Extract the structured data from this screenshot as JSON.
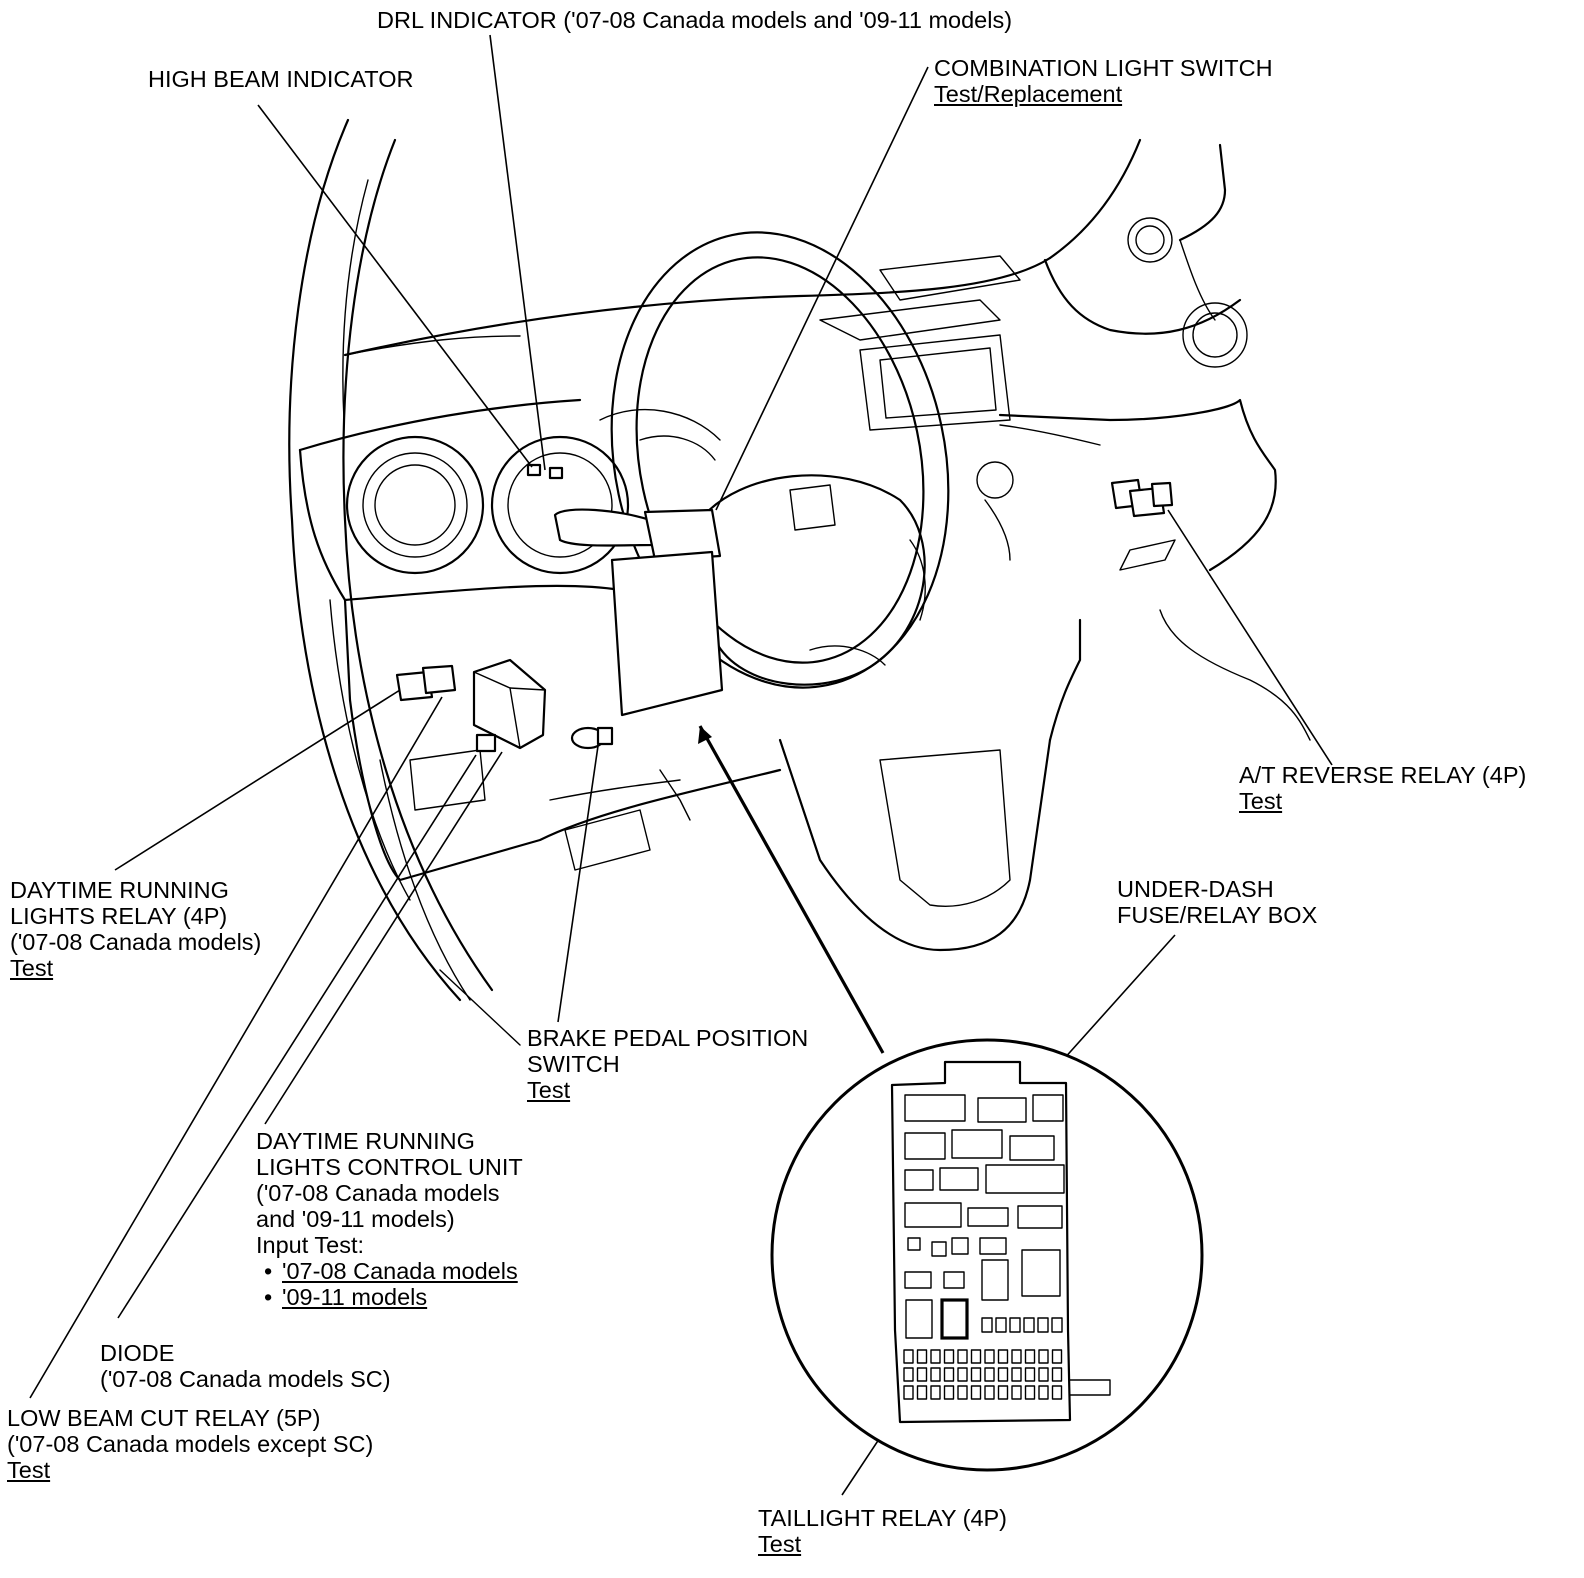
{
  "labels": {
    "drl_indicator": "DRL INDICATOR ('07-08 Canada models and '09-11 models)",
    "high_beam_indicator": "HIGH BEAM INDICATOR",
    "combination_switch": {
      "title": "COMBINATION LIGHT SWITCH",
      "link": "Test/Replacement"
    },
    "at_reverse_relay": {
      "title": "A/T REVERSE RELAY (4P)",
      "link": "Test"
    },
    "under_dash_box": {
      "line1": "UNDER-DASH",
      "line2": "FUSE/RELAY BOX"
    },
    "drl_relay": {
      "line1": "DAYTIME RUNNING",
      "line2": "LIGHTS RELAY (4P)",
      "line3": "('07-08 Canada models)",
      "link": "Test"
    },
    "brake_switch": {
      "line1": "BRAKE PEDAL POSITION",
      "line2": "SWITCH",
      "link": "Test"
    },
    "drl_control_unit": {
      "line1": "DAYTIME RUNNING",
      "line2": "LIGHTS CONTROL UNIT",
      "line3": "('07-08 Canada models",
      "line4": "and '09-11 models)",
      "line5": "Input Test:",
      "link1": "'07-08 Canada models",
      "link2": "'09-11 models",
      "bullet": "•"
    },
    "diode": {
      "line1": "DIODE",
      "line2": "('07-08 Canada models SC)"
    },
    "low_beam_relay": {
      "line1": "LOW BEAM CUT RELAY (5P)",
      "line2": "('07-08 Canada models except SC)",
      "link": "Test"
    },
    "taillight_relay": {
      "title": "TAILLIGHT RELAY (4P)",
      "link": "Test"
    }
  }
}
